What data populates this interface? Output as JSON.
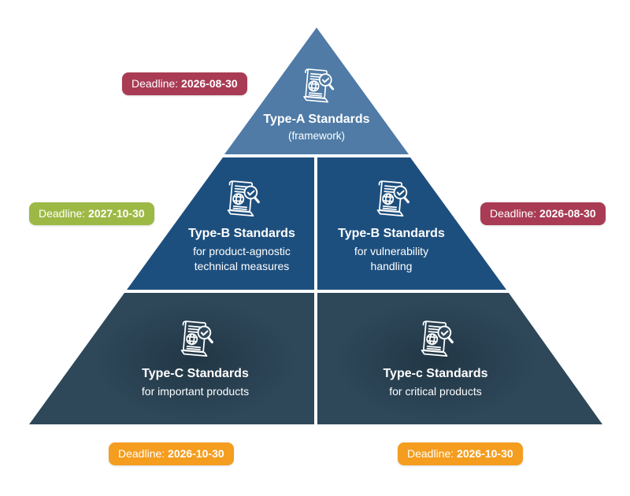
{
  "diagram": {
    "sections": [
      {
        "title": "Type-A Standards",
        "subtitle": "(framework)"
      },
      {
        "title": "Type-B Standards",
        "subtitle": "for product-agnostic technical measures"
      },
      {
        "title": "Type-B Standards",
        "subtitle": "for vulnerability handling"
      },
      {
        "title": "Type-C Standards",
        "subtitle": "for important products"
      },
      {
        "title": "Type-c Standards",
        "subtitle": "for critical products"
      }
    ],
    "badges": [
      {
        "label": "Deadline:",
        "date": "2026-08-30",
        "color": "#a93b54"
      },
      {
        "label": "Deadline:",
        "date": "2027-10-30",
        "color": "#9db945"
      },
      {
        "label": "Deadline:",
        "date": "2026-08-30",
        "color": "#a93b54"
      },
      {
        "label": "Deadline:",
        "date": "2026-10-30",
        "color": "#f49d1f"
      },
      {
        "label": "Deadline:",
        "date": "2026-10-30",
        "color": "#f49d1f"
      }
    ],
    "colors": {
      "tier1": "#4f7ba6",
      "tier2": "#1d4f7e",
      "tier3": "#2e485a",
      "badge_red": "#a93b54",
      "badge_green": "#9db945",
      "badge_orange": "#f49d1f"
    },
    "icon_name": "document-globe-magnifier-check-icon"
  }
}
